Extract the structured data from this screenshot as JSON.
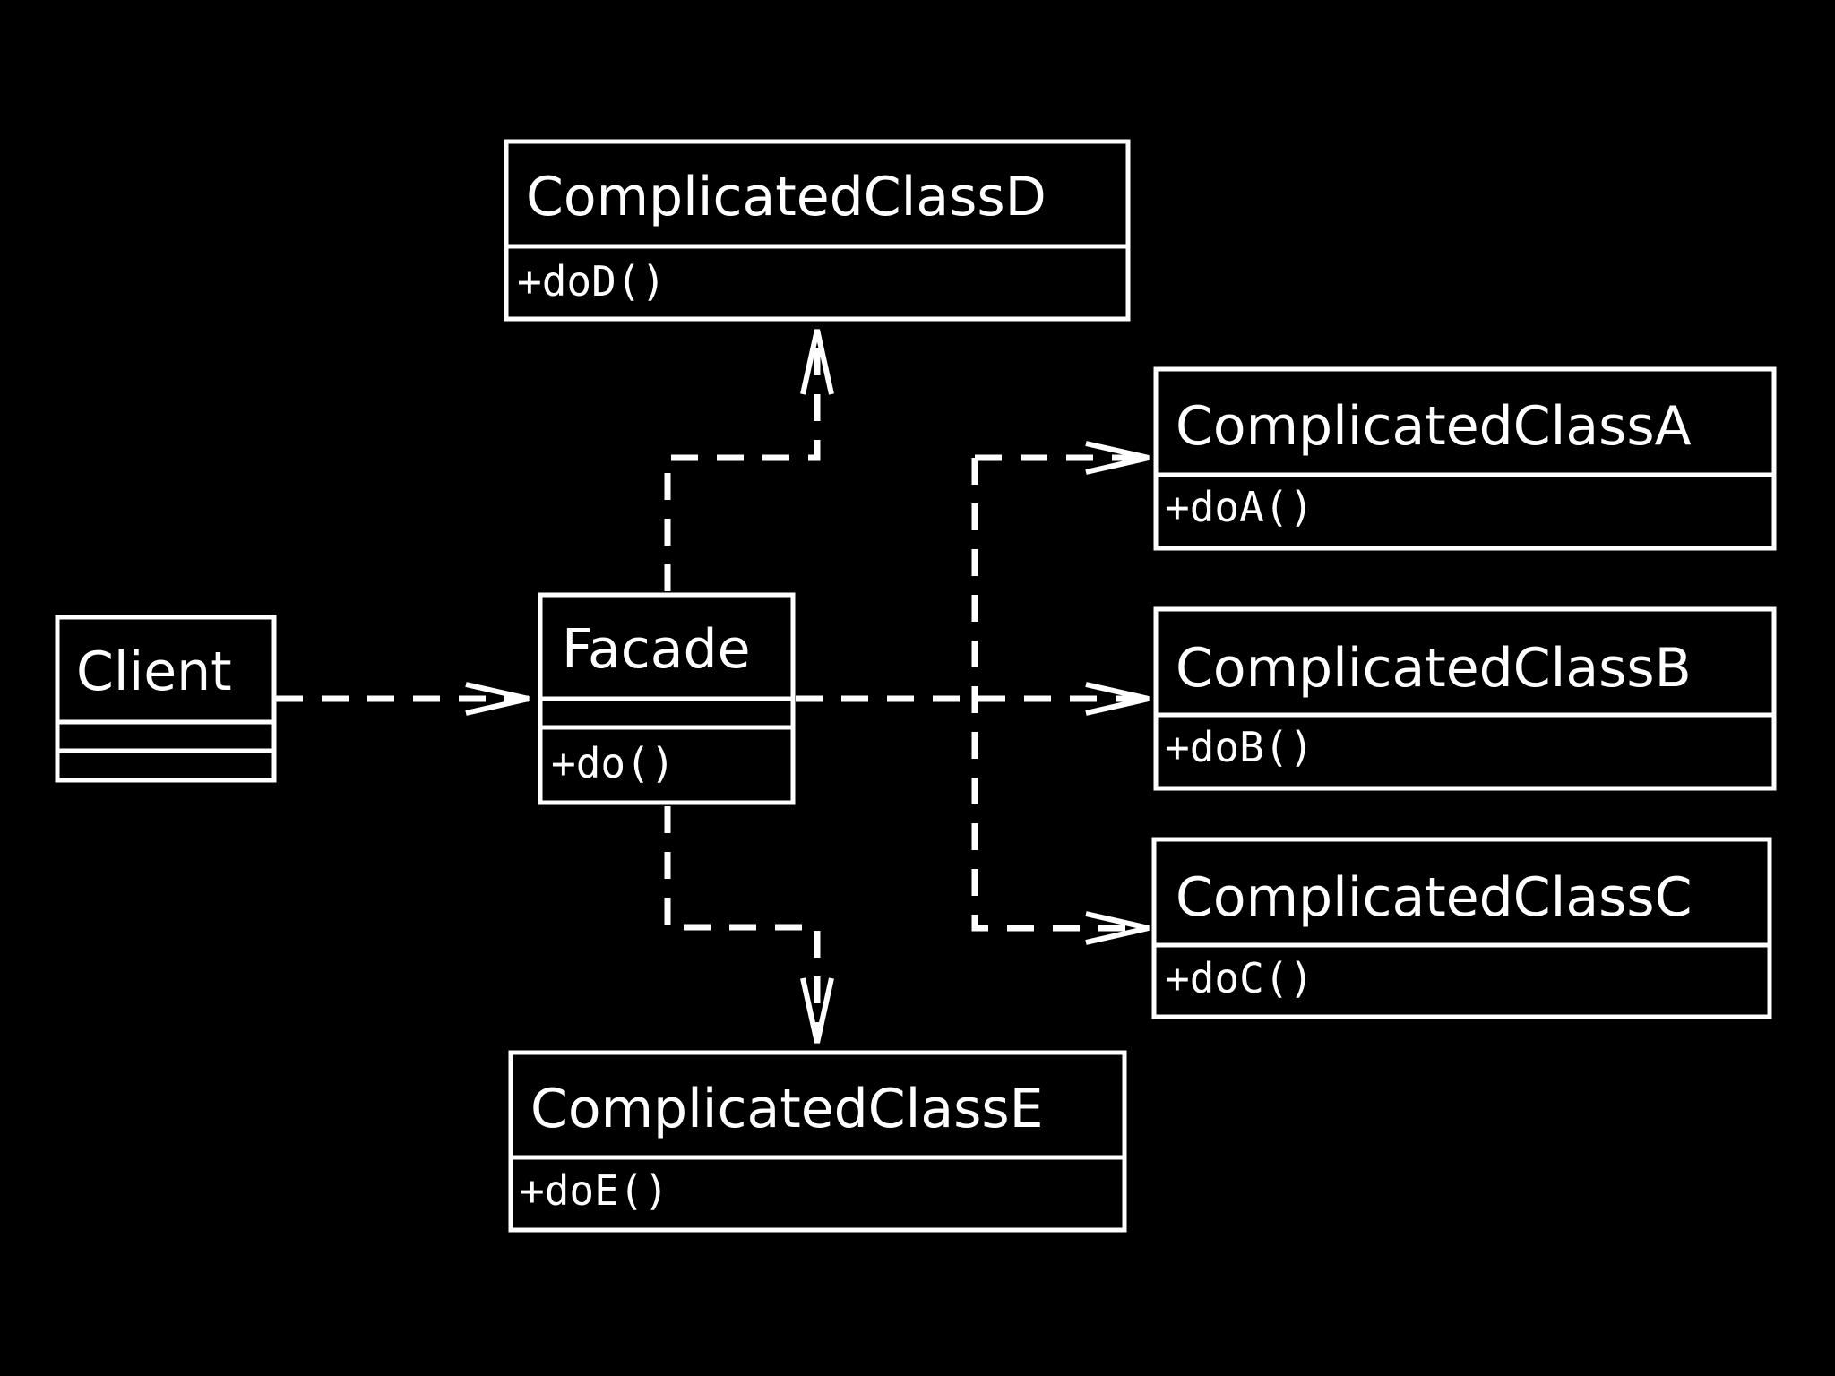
{
  "diagram": {
    "classes": {
      "client": {
        "name": "Client"
      },
      "facade": {
        "name": "Facade",
        "methods": [
          "+do()"
        ]
      },
      "class_a": {
        "name": "ComplicatedClassA",
        "methods": [
          "+doA()"
        ]
      },
      "class_b": {
        "name": "ComplicatedClassB",
        "methods": [
          "+doB()"
        ]
      },
      "class_c": {
        "name": "ComplicatedClassC",
        "methods": [
          "+doC()"
        ]
      },
      "class_d": {
        "name": "ComplicatedClassD",
        "methods": [
          "+doD()"
        ]
      },
      "class_e": {
        "name": "ComplicatedClassE",
        "methods": [
          "+doE()"
        ]
      }
    },
    "dependencies": [
      {
        "from": "Client",
        "to": "Facade"
      },
      {
        "from": "Facade",
        "to": "ComplicatedClassA"
      },
      {
        "from": "Facade",
        "to": "ComplicatedClassB"
      },
      {
        "from": "Facade",
        "to": "ComplicatedClassC"
      },
      {
        "from": "Facade",
        "to": "ComplicatedClassD"
      },
      {
        "from": "Facade",
        "to": "ComplicatedClassE"
      }
    ],
    "colors": {
      "background": "#000000",
      "foreground": "#ffffff"
    },
    "line_style": "dashed",
    "arrow_style": "open"
  }
}
